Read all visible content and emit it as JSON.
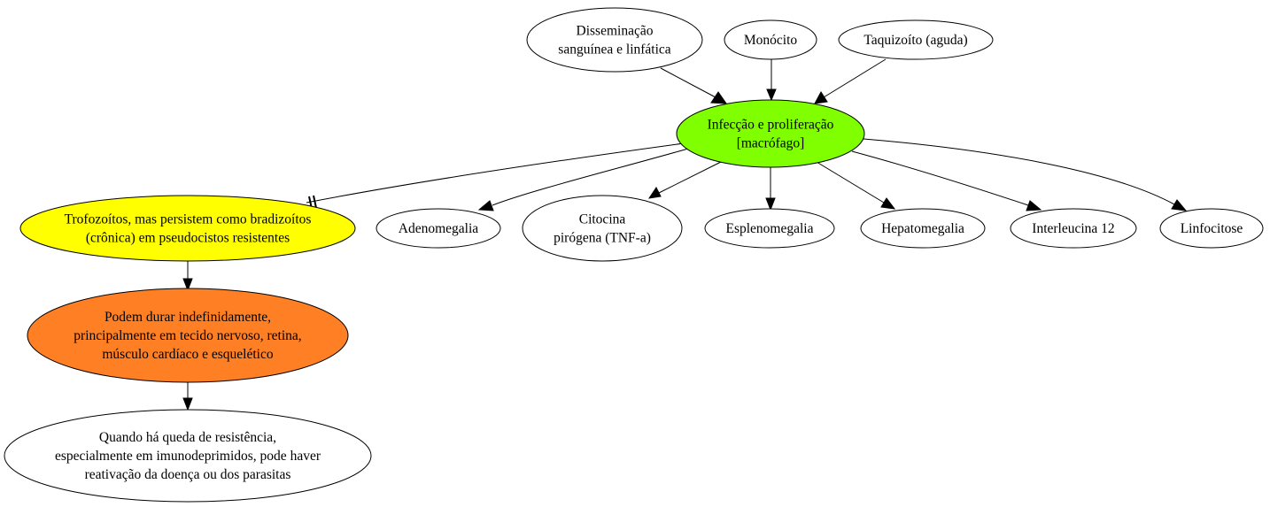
{
  "nodes": {
    "disseminacao": {
      "lines": [
        "Disseminação",
        "sanguínea e linfática"
      ],
      "fill": "#ffffff"
    },
    "monocito": {
      "lines": [
        "Monócito"
      ],
      "fill": "#ffffff"
    },
    "taquizoito": {
      "lines": [
        "Taquizoíto (aguda)"
      ],
      "fill": "#ffffff"
    },
    "infeccao": {
      "lines": [
        "Infecção e proliferação",
        "[macrófago]"
      ],
      "fill": "#7fff00"
    },
    "trofozoitos": {
      "lines": [
        "Trofozoítos, mas persistem como bradizoítos",
        "(crônica) em pseudocistos resistentes"
      ],
      "fill": "#ffff00"
    },
    "adenomegalia": {
      "lines": [
        "Adenomegalia"
      ],
      "fill": "#ffffff"
    },
    "citocina": {
      "lines": [
        "Citocina",
        "pirógena (TNF-a)"
      ],
      "fill": "#ffffff"
    },
    "esplenomegalia": {
      "lines": [
        "Esplenomegalia"
      ],
      "fill": "#ffffff"
    },
    "hepatomegalia": {
      "lines": [
        "Hepatomegalia"
      ],
      "fill": "#ffffff"
    },
    "interleucina": {
      "lines": [
        "Interleucina 12"
      ],
      "fill": "#ffffff"
    },
    "linfocitose": {
      "lines": [
        "Linfocitose"
      ],
      "fill": "#ffffff"
    },
    "podem_durar": {
      "lines": [
        "Podem durar indefinidamente,",
        "principalmente em tecido nervoso, retina,",
        "músculo cardíaco e esquelético"
      ],
      "fill": "#ff7f24"
    },
    "quando": {
      "lines": [
        "Quando há queda de resistência,",
        "especialmente em imunodeprimidos, pode haver",
        "reativação da doença ou dos parasitas"
      ],
      "fill": "#ffffff"
    }
  },
  "edges": [
    {
      "from": "disseminacao",
      "to": "infeccao",
      "head": "arrow"
    },
    {
      "from": "monocito",
      "to": "infeccao",
      "head": "arrow"
    },
    {
      "from": "taquizoito",
      "to": "infeccao",
      "head": "arrow"
    },
    {
      "from": "infeccao",
      "to": "trofozoitos",
      "head": "tee"
    },
    {
      "from": "infeccao",
      "to": "adenomegalia",
      "head": "arrow"
    },
    {
      "from": "infeccao",
      "to": "citocina",
      "head": "arrow"
    },
    {
      "from": "infeccao",
      "to": "esplenomegalia",
      "head": "arrow"
    },
    {
      "from": "infeccao",
      "to": "hepatomegalia",
      "head": "arrow"
    },
    {
      "from": "infeccao",
      "to": "interleucina",
      "head": "arrow"
    },
    {
      "from": "infeccao",
      "to": "linfocitose",
      "head": "arrow"
    },
    {
      "from": "trofozoitos",
      "to": "podem_durar",
      "head": "arrow"
    },
    {
      "from": "podem_durar",
      "to": "quando",
      "head": "arrow"
    }
  ]
}
